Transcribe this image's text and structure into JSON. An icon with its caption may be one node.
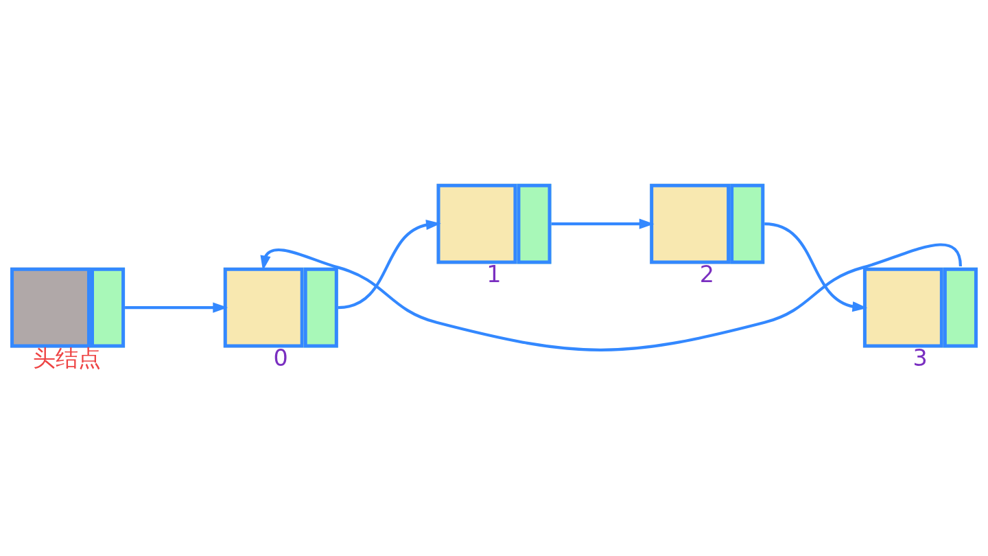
{
  "diagram": {
    "nodes": [
      {
        "text": [],
        "shape": "box",
        "beside": [
          "头结点"
        ]
      },
      {
        "text": [],
        "shape": "box",
        "beside": [
          "0"
        ]
      },
      {
        "text": [],
        "shape": "box",
        "beside": [
          "1"
        ]
      },
      {
        "text": [],
        "shape": "box",
        "beside": [
          "2"
        ]
      },
      {
        "text": [],
        "shape": "box",
        "beside": [
          "3"
        ]
      }
    ],
    "edges": [
      {
        "from": 0,
        "to": 1,
        "arrow": "to"
      },
      {
        "from": 1,
        "to": 2,
        "arrow": "to"
      },
      {
        "from": 2,
        "to": 3,
        "arrow": "to"
      },
      {
        "from": 3,
        "to": 4,
        "arrow": "to"
      },
      {
        "from": 4,
        "to": 1,
        "arrow": "to"
      }
    ]
  }
}
